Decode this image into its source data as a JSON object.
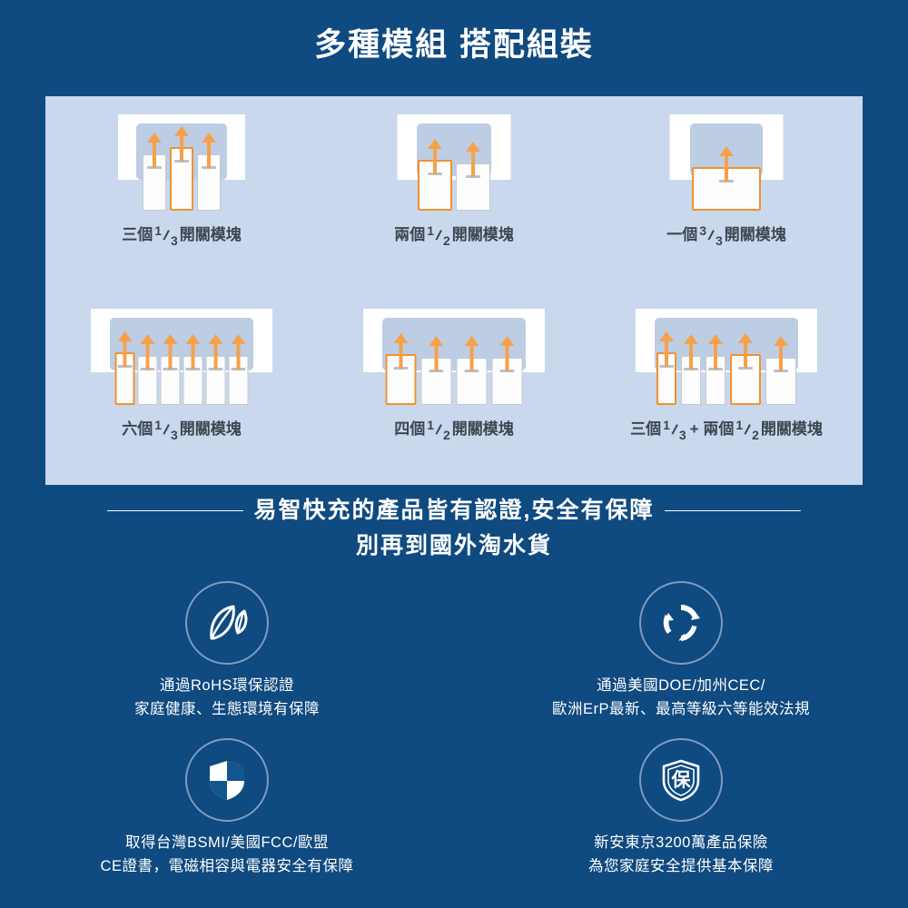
{
  "colors": {
    "navy_background": "#0f4a80",
    "panel_background": "#c9d8ec",
    "plate_white": "#ffffff",
    "plate_recess": "#bdcde4",
    "accent_orange": "#f0922f",
    "arrow_orange": "#f6a14a",
    "caption_text": "#3d4650",
    "badge_ring": "#7e9cc0"
  },
  "header": {
    "title": "多種模組 搭配組裝"
  },
  "modules": {
    "items": [
      {
        "id": "three-one-third",
        "caption_prefix": "三個",
        "fraction_num": "1",
        "fraction_den": "3",
        "caption_suffix": "開關模塊",
        "caption_plain": "三個 1/3 開關模塊",
        "brick_count": 3,
        "brick_kind": "narrow",
        "highlighted_index": 1
      },
      {
        "id": "two-one-half",
        "caption_prefix": "兩個",
        "fraction_num": "1",
        "fraction_den": "2",
        "caption_suffix": "開關模塊",
        "caption_plain": "兩個 1/2 開關模塊",
        "brick_count": 2,
        "brick_kind": "wide",
        "highlighted_index": 0
      },
      {
        "id": "one-three-thirds",
        "caption_prefix": "一個",
        "fraction_num": "3",
        "fraction_den": "3",
        "caption_suffix": "開關模塊",
        "caption_plain": "一個 3/3 開關模塊",
        "brick_count": 1,
        "brick_kind": "full",
        "highlighted_index": 0
      },
      {
        "id": "six-one-third",
        "caption_prefix": "六個",
        "fraction_num": "1",
        "fraction_den": "3",
        "caption_suffix": "開關模塊",
        "caption_plain": "六個 1/3 開關模塊",
        "brick_count": 6,
        "brick_kind": "narrow",
        "highlighted_index": 0
      },
      {
        "id": "four-one-half",
        "caption_prefix": "四個",
        "fraction_num": "1",
        "fraction_den": "2",
        "caption_suffix": "開關模塊",
        "caption_plain": "四個 1/2 開關模塊",
        "brick_count": 4,
        "brick_kind": "wide",
        "highlighted_index": 0
      },
      {
        "id": "three-thirds-plus-two-halves",
        "caption_prefix": "三個",
        "fraction_num": "1",
        "fraction_den": "3",
        "caption_mid": "+ 兩個",
        "fraction2_num": "1",
        "fraction2_den": "2",
        "caption_suffix": "開關模塊",
        "caption_plain": "三個 1/3 + 兩個 1/2 開關模塊",
        "brick_count": 5,
        "brick_kind": "mixed",
        "highlighted_index": 0,
        "highlighted_index2": 3
      }
    ]
  },
  "certification": {
    "heading_line1": "易智快充的產品皆有認證,安全有保障",
    "heading_line2": "別再到國外淘水貨",
    "badges": [
      {
        "icon": "leaf-icon",
        "line1": "通過RoHS環保認證",
        "line2": "家庭健康、生態環境有保障"
      },
      {
        "icon": "recycle-icon",
        "line1": "通過美國DOE/加州CEC/",
        "line2": "歐洲ErP最新、最高等級六等能效法規"
      },
      {
        "icon": "shield-check-icon",
        "line1": "取得台灣BSMI/美國FCC/歐盟",
        "line2": "CE證書，電磁相容與電器安全有保障"
      },
      {
        "icon": "shield-insurance-icon",
        "icon_label": "保",
        "line1": "新安東京3200萬產品保險",
        "line2": "為您家庭安全提供基本保障"
      }
    ]
  }
}
